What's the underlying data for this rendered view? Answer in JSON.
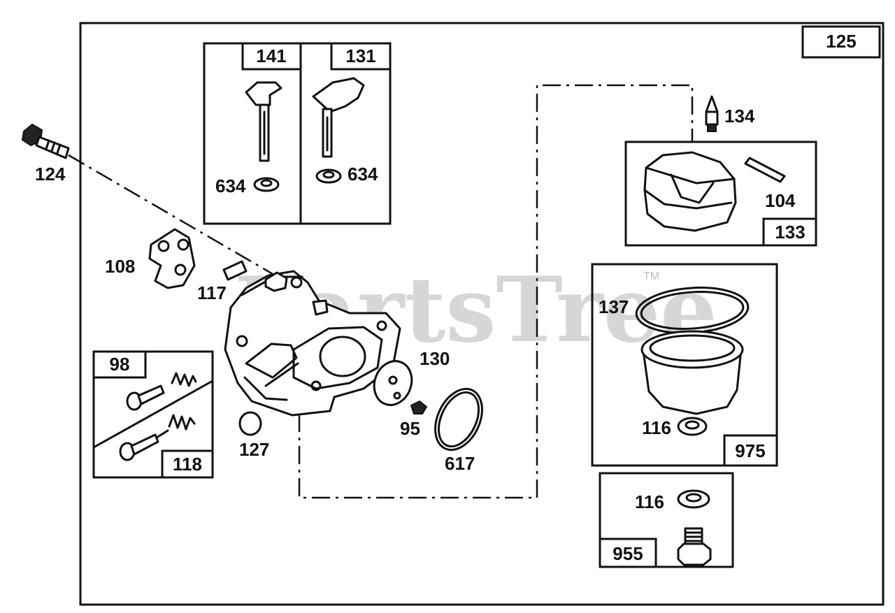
{
  "watermark": {
    "text": "PartsTree",
    "trademark": "TM"
  },
  "assembly_label": "125",
  "kits": {
    "k141": "141",
    "k131": "131",
    "k133": "133",
    "k975": "975",
    "k955": "955",
    "k98": "98",
    "k118": "118"
  },
  "callouts": {
    "c124": "124",
    "c634a": "634",
    "c634b": "634",
    "c134": "134",
    "c104": "104",
    "c108": "108",
    "c117": "117",
    "c137": "137",
    "c130": "130",
    "c95": "95",
    "c617": "617",
    "c127": "127",
    "c116a": "116",
    "c116b": "116"
  }
}
